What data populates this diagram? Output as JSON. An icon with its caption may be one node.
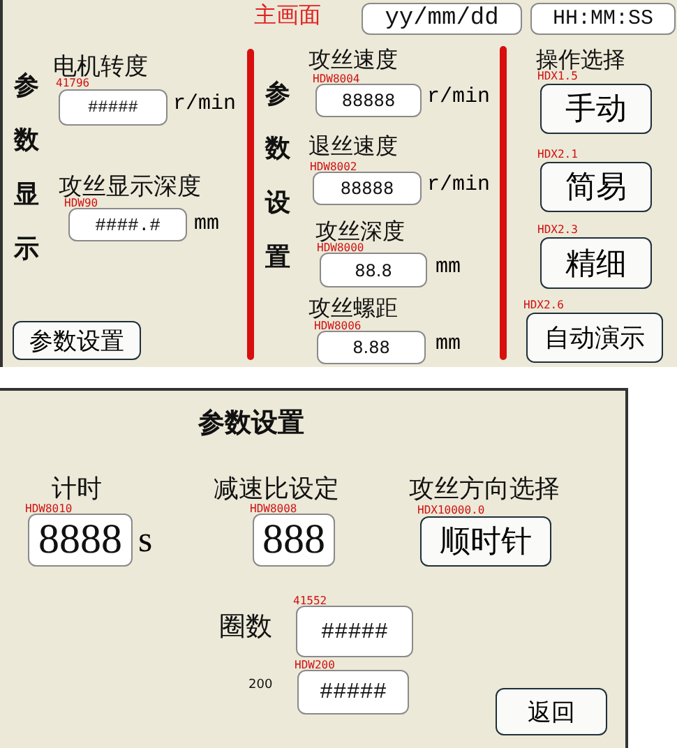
{
  "diagram": {
    "nodes": [
      {
        "text": [
          "主画面"
        ]
      },
      {
        "text": [
          "yy/mm/dd"
        ],
        "in": 0
      },
      {
        "text": [
          "HH:MM:SS"
        ],
        "in": 0
      },
      {
        "text": [
          "#####"
        ],
        "in": 0,
        "beside": [
          "41796",
          "r/min"
        ]
      },
      {
        "text": [
          "####.#"
        ],
        "in": 0,
        "beside": [
          "HDW90",
          "mm"
        ]
      },
      {
        "text": [
          "参数设置"
        ],
        "in": 0
      },
      {
        "text": [
          "88888"
        ],
        "in": 0,
        "beside": [
          "HDW8004",
          "r/min"
        ]
      },
      {
        "text": [
          "88888"
        ],
        "in": 0,
        "beside": [
          "HDW8002",
          "r/min"
        ]
      },
      {
        "text": [
          "88.8"
        ],
        "in": 0,
        "beside": [
          "HDW8000",
          "mm"
        ]
      },
      {
        "text": [
          "8.88"
        ],
        "in": 0,
        "beside": [
          "HDW8006",
          "mm"
        ]
      },
      {
        "text": [
          "手动"
        ],
        "in": 0,
        "beside": [
          "HDX1.5"
        ]
      },
      {
        "text": [
          "简易"
        ],
        "in": 0,
        "beside": [
          "HDX2.1"
        ]
      },
      {
        "text": [
          "精细"
        ],
        "in": 0,
        "beside": [
          "HDX2.3"
        ]
      },
      {
        "text": [
          "自动演示"
        ],
        "in": 0,
        "beside": [
          "HDX2.6"
        ]
      },
      {
        "text": [
          "参数设置"
        ]
      },
      {
        "text": [
          "8888"
        ],
        "in": 14,
        "beside": [
          "HDW8010",
          "s"
        ]
      },
      {
        "text": [
          "888"
        ],
        "in": 14,
        "beside": [
          "HDW8008"
        ]
      },
      {
        "text": [
          "顺时针"
        ],
        "in": 14,
        "beside": [
          "HDX10000.0"
        ]
      },
      {
        "text": [
          "#####"
        ],
        "in": 14,
        "beside": [
          "41552"
        ]
      },
      {
        "text": [
          "#####"
        ],
        "in": 14,
        "beside": [
          "HDW200"
        ]
      },
      {
        "text": [
          "返回"
        ],
        "in": 14
      }
    ],
    "labels": [
      "参数显示",
      "电机转度",
      "攻丝显示深度",
      "参数设置",
      "攻丝速度",
      "退丝速度",
      "攻丝深度",
      "攻丝螺距",
      "操作选择",
      "计时",
      "减速比设定",
      "攻丝方向选择",
      "圈数",
      "200"
    ]
  }
}
